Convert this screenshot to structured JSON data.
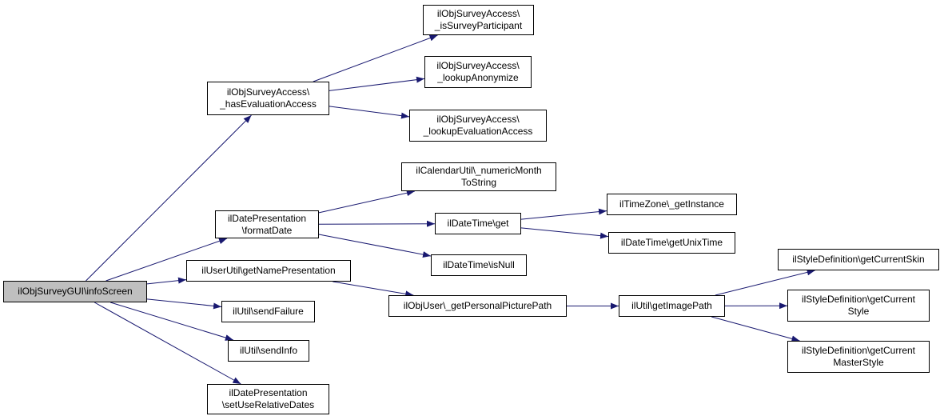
{
  "colors": {
    "edge": "#191970",
    "root_fill": "#bfbfbf",
    "node_fill": "#ffffff",
    "border": "#000000"
  },
  "nodes": {
    "root": {
      "lines": [
        "ilObjSurveyGUI\\infoScreen"
      ]
    },
    "hasEval": {
      "lines": [
        "ilObjSurveyAccess\\",
        "_hasEvaluationAccess"
      ]
    },
    "isPart": {
      "lines": [
        "ilObjSurveyAccess\\",
        "_isSurveyParticipant"
      ]
    },
    "lookAnon": {
      "lines": [
        "ilObjSurveyAccess\\",
        "_lookupAnonymize"
      ]
    },
    "lookEval": {
      "lines": [
        "ilObjSurveyAccess\\",
        "_lookupEvaluationAccess"
      ]
    },
    "fmtDate": {
      "lines": [
        "ilDatePresentation",
        "\\formatDate"
      ]
    },
    "calUtil": {
      "lines": [
        "ilCalendarUtil\\_numericMonth",
        "ToString"
      ]
    },
    "dtGet": {
      "lines": [
        "ilDateTime\\get"
      ]
    },
    "tzInst": {
      "lines": [
        "ilTimeZone\\_getInstance"
      ]
    },
    "dtUnix": {
      "lines": [
        "ilDateTime\\getUnixTime"
      ]
    },
    "dtNull": {
      "lines": [
        "ilDateTime\\isNull"
      ]
    },
    "userUtil": {
      "lines": [
        "ilUserUtil\\getNamePresentation"
      ]
    },
    "picPath": {
      "lines": [
        "ilObjUser\\_getPersonalPicturePath"
      ]
    },
    "imgPath": {
      "lines": [
        "ilUtil\\getImagePath"
      ]
    },
    "skin": {
      "lines": [
        "ilStyleDefinition\\getCurrentSkin"
      ]
    },
    "style": {
      "lines": [
        "ilStyleDefinition\\getCurrent",
        "Style"
      ]
    },
    "master": {
      "lines": [
        "ilStyleDefinition\\getCurrent",
        "MasterStyle"
      ]
    },
    "sendFail": {
      "lines": [
        "ilUtil\\sendFailure"
      ]
    },
    "sendInfo": {
      "lines": [
        "ilUtil\\sendInfo"
      ]
    },
    "relDates": {
      "lines": [
        "ilDatePresentation",
        "\\setUseRelativeDates"
      ]
    }
  },
  "edges": [
    [
      "root",
      "hasEval"
    ],
    [
      "root",
      "fmtDate"
    ],
    [
      "root",
      "userUtil"
    ],
    [
      "root",
      "sendFail"
    ],
    [
      "root",
      "sendInfo"
    ],
    [
      "root",
      "relDates"
    ],
    [
      "hasEval",
      "isPart"
    ],
    [
      "hasEval",
      "lookAnon"
    ],
    [
      "hasEval",
      "lookEval"
    ],
    [
      "fmtDate",
      "calUtil"
    ],
    [
      "fmtDate",
      "dtGet"
    ],
    [
      "fmtDate",
      "dtNull"
    ],
    [
      "dtGet",
      "tzInst"
    ],
    [
      "dtGet",
      "dtUnix"
    ],
    [
      "userUtil",
      "picPath"
    ],
    [
      "picPath",
      "imgPath"
    ],
    [
      "imgPath",
      "skin"
    ],
    [
      "imgPath",
      "style"
    ],
    [
      "imgPath",
      "master"
    ]
  ]
}
